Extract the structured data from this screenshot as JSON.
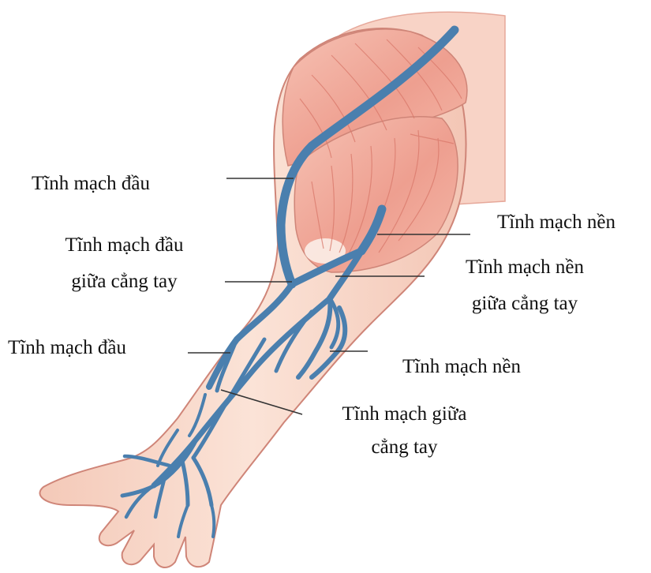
{
  "labels": {
    "cephalic_upper": "Tĩnh mạch đầu",
    "median_cephalic_1": "Tĩnh mạch đầu",
    "median_cephalic_2": "giữa cẳng tay",
    "cephalic_lower": "Tĩnh mạch đầu",
    "basilic_upper": "Tĩnh mạch nền",
    "median_basilic_1": "Tĩnh mạch nền",
    "median_basilic_2": "giữa cẳng tay",
    "basilic_lower": "Tĩnh mạch nền",
    "median_antebrachial_1": "Tĩnh mạch giữa",
    "median_antebrachial_2": "cẳng tay"
  },
  "colors": {
    "skin": "#f7d7c8",
    "muscle": "#f1a89a",
    "muscle_line": "#d9786a",
    "outline": "#cf8578",
    "vein": "#4a7fae",
    "leader": "#333333"
  }
}
